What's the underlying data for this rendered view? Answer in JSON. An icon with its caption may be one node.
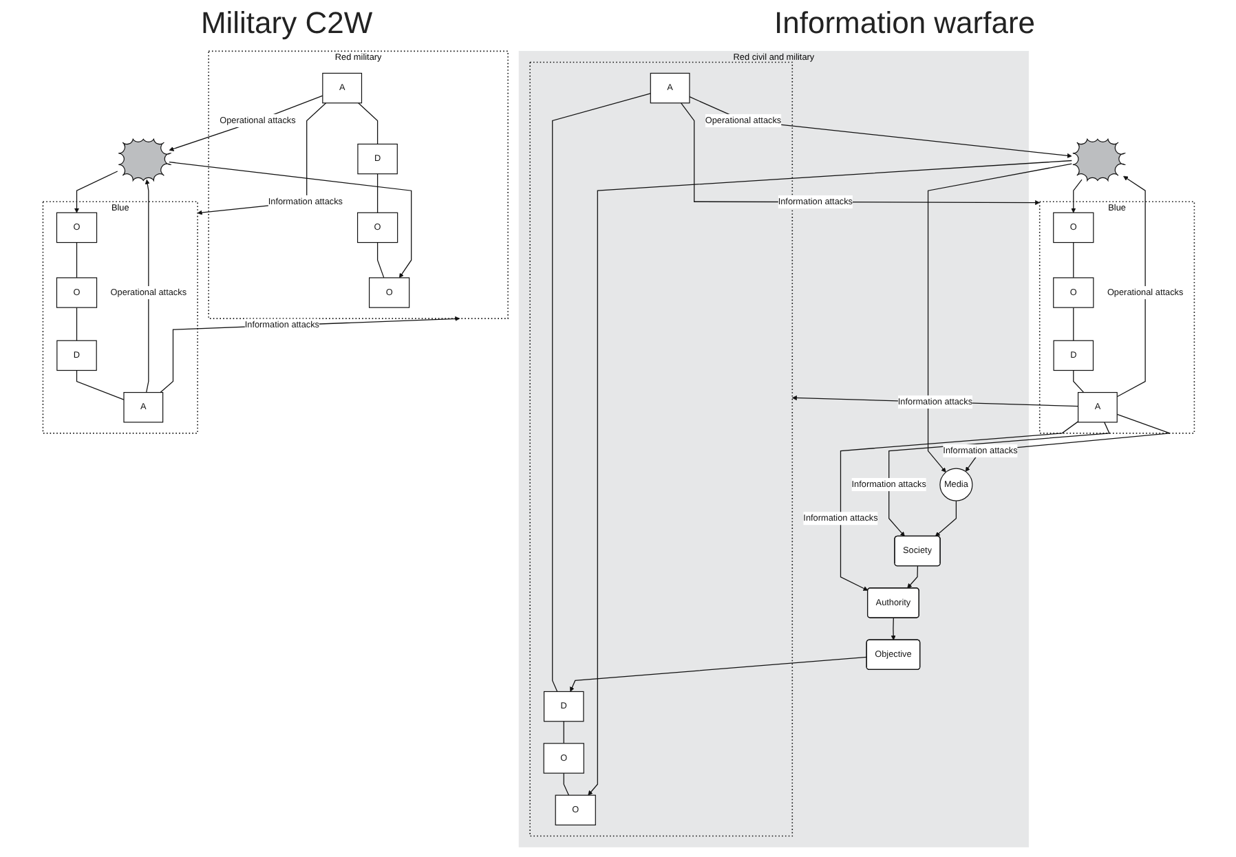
{
  "diagram": {
    "nodes": [
      {
        "text": [
          "Blue"
        ]
      },
      {
        "text": [
          "O"
        ],
        "in": 0
      },
      {
        "text": [
          "O"
        ],
        "in": 0
      },
      {
        "text": [
          "D"
        ],
        "in": 0
      },
      {
        "text": [
          "A"
        ],
        "in": 0
      },
      {
        "text": [],
        "shape": "burst"
      },
      {
        "text": [
          "Red military"
        ]
      },
      {
        "text": [
          "A"
        ],
        "in": 6
      },
      {
        "text": [
          "D"
        ],
        "in": 6
      },
      {
        "text": [
          "O"
        ],
        "in": 6
      },
      {
        "text": [
          "O"
        ],
        "in": 6
      },
      {
        "text": [
          "Blue"
        ]
      },
      {
        "text": [
          "O"
        ],
        "in": 11
      },
      {
        "text": [
          "O"
        ],
        "in": 11
      },
      {
        "text": [
          "D"
        ],
        "in": 11
      },
      {
        "text": [
          "A"
        ],
        "in": 11
      },
      {
        "text": [],
        "shape": "burst"
      },
      {
        "text": [
          "Red civil and military"
        ]
      },
      {
        "text": [],
        "shape": "box",
        "in": 17
      },
      {
        "text": [
          "A"
        ],
        "in": 18
      },
      {
        "text": [
          "D"
        ],
        "in": 18
      },
      {
        "text": [
          "O"
        ],
        "in": 18
      },
      {
        "text": [
          "O"
        ],
        "in": 18
      },
      {
        "text": [
          "Objective"
        ],
        "in": 17
      },
      {
        "text": [
          "Media"
        ],
        "in": 17
      },
      {
        "text": [
          "Authority"
        ],
        "in": 17
      },
      {
        "text": [
          "Society"
        ],
        "in": 17
      }
    ],
    "edges": [
      {
        "from": 1,
        "to": 2,
        "arrow": "none"
      },
      {
        "from": 2,
        "to": 3,
        "arrow": "none"
      },
      {
        "from": 3,
        "to": 4,
        "arrow": "none"
      },
      {
        "from": 7,
        "to": 8,
        "arrow": "none"
      },
      {
        "from": 8,
        "to": 9,
        "arrow": "none"
      },
      {
        "from": 9,
        "to": 10,
        "arrow": "none"
      },
      {
        "from": 7,
        "to": 0,
        "label": "Information attacks",
        "arrow": "to"
      },
      {
        "from": 7,
        "to": 5,
        "label": "Operational attacks",
        "arrow": "to"
      },
      {
        "from": 5,
        "to": 1,
        "arrow": "to"
      },
      {
        "from": 4,
        "to": 5,
        "label": "Operational attacks",
        "arrow": "to"
      },
      {
        "from": 5,
        "to": 10,
        "arrow": "to"
      },
      {
        "from": 4,
        "to": 6,
        "label": "Information attacks",
        "arrow": "to"
      },
      {
        "from": 12,
        "to": 13,
        "arrow": "none"
      },
      {
        "from": 13,
        "to": 14,
        "arrow": "none"
      },
      {
        "from": 14,
        "to": 15,
        "arrow": "none"
      },
      {
        "from": 19,
        "to": 20,
        "arrow": "none"
      },
      {
        "from": 20,
        "to": 21,
        "arrow": "none"
      },
      {
        "from": 21,
        "to": 22,
        "arrow": "none"
      },
      {
        "from": 19,
        "to": 11,
        "label": "Information attacks",
        "arrow": "to"
      },
      {
        "from": 19,
        "to": 16,
        "label": "Operational attacks",
        "arrow": "to"
      },
      {
        "from": 16,
        "to": 12,
        "arrow": "to"
      },
      {
        "from": 15,
        "to": 16,
        "label": "Operational attacks",
        "arrow": "to"
      },
      {
        "from": 16,
        "to": 22,
        "arrow": "to"
      },
      {
        "from": 16,
        "to": 24,
        "arrow": "to"
      },
      {
        "from": 15,
        "to": 18,
        "label": "Information attacks",
        "arrow": "to"
      },
      {
        "from": 15,
        "to": 24,
        "label": "Information attacks",
        "arrow": "to"
      },
      {
        "from": 15,
        "to": 25,
        "label": "Information attacks",
        "arrow": "to"
      },
      {
        "from": 15,
        "to": 26,
        "label": "Information attacks",
        "arrow": "to"
      },
      {
        "from": 24,
        "to": 26,
        "arrow": "to"
      },
      {
        "from": 26,
        "to": 25,
        "arrow": "to"
      },
      {
        "from": 25,
        "to": 23,
        "arrow": "to"
      },
      {
        "from": 23,
        "to": 20,
        "arrow": "to"
      }
    ],
    "labels": [
      "Military C2W",
      "Information warfare"
    ]
  }
}
